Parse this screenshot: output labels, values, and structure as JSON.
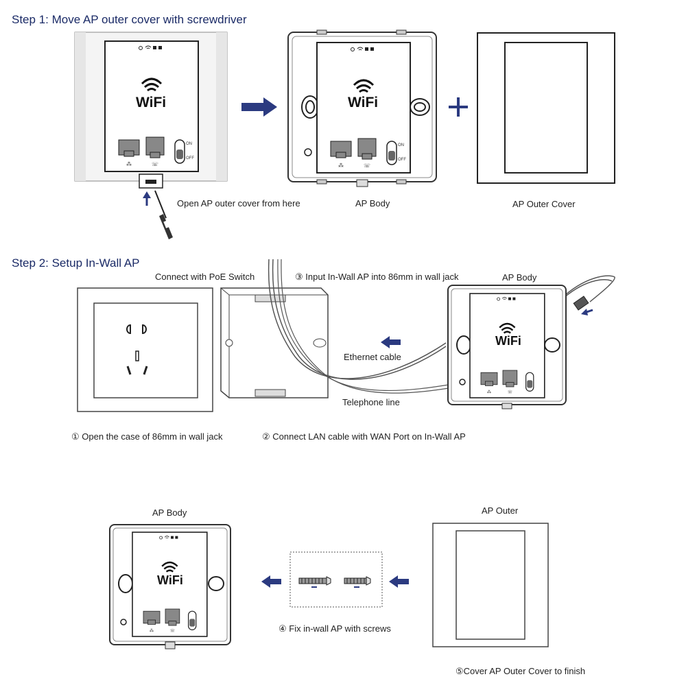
{
  "colors": {
    "accent": "#2b3a80",
    "ink": "#222222",
    "frame": "#555555"
  },
  "icons": [
    "wifi-icon",
    "power-icon",
    "lan-port-icon",
    "phone-port-icon",
    "switch-icon",
    "screwdriver-icon",
    "arrow-right-icon",
    "arrow-left-icon",
    "plus-icon",
    "screw-icon",
    "ethernet-plug-icon",
    "socket-icon"
  ],
  "step1": {
    "title": "Step 1: Move AP outer cover with screwdriver",
    "open_label": "Open AP outer cover from here",
    "body_label": "AP Body",
    "cover_label": "AP Outer Cover"
  },
  "step2": {
    "title": "Step 2: Setup In-Wall AP",
    "poe_label": "Connect with PoE Switch",
    "input_label": "③ Input In-Wall AP into 86mm in wall jack",
    "body_label": "AP Body",
    "ethernet_label": "Ethernet cable",
    "telephone_label": "Telephone line",
    "open_case_label": "① Open the case of 86mm in wall jack",
    "connect_lan_label": "② Connect LAN cable with WAN Port on In-Wall AP"
  },
  "step3": {
    "body_label": "AP Body",
    "outer_label": "AP Outer",
    "fix_label": "④ Fix in-wall AP with screws",
    "finish_label": "⑤Cover AP Outer Cover to finish"
  },
  "device": {
    "brand": "WiFi",
    "switch_on": "ON",
    "switch_off": "OFF"
  }
}
